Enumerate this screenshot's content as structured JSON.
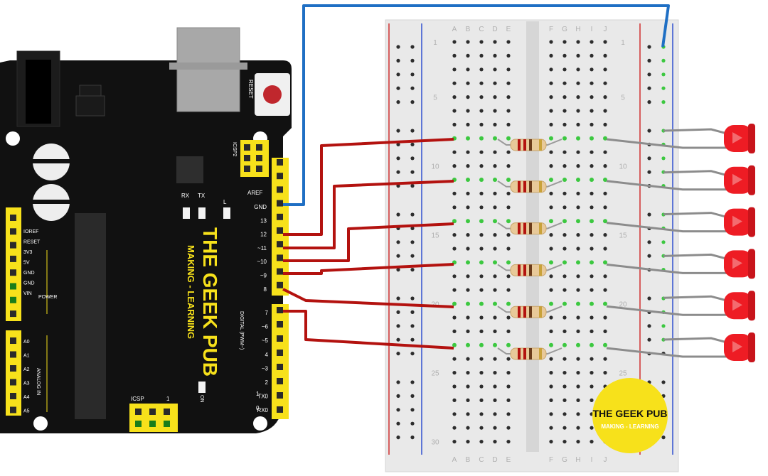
{
  "arduino": {
    "reset_label": "RESET",
    "brand_line1": "THE GEEK PUB",
    "brand_line2": "MAKING - LEARNING",
    "icsp2_label": "ICSP2",
    "icsp_label": "ICSP",
    "icsp_pin_mark": "1",
    "on_label": "ON",
    "aref_label": "AREF",
    "rx_label": "RX",
    "tx_label": "TX",
    "l_label": "L",
    "digital_header_label": "DIGITAL (PWM~)",
    "power_label": "POWER",
    "analog_label": "ANALOG IN",
    "power_pins": [
      "IOREF",
      "RESET",
      "3V3",
      "5V",
      "GND",
      "GND",
      "VIN"
    ],
    "analog_pins": [
      "A0",
      "A1",
      "A2",
      "A3",
      "A4",
      "A5"
    ],
    "digital_pins_top": [
      "GND",
      "13",
      "12",
      "~11",
      "~10",
      "~9",
      "8"
    ],
    "digital_pins_bottom": [
      "7",
      "~6",
      "~5",
      "4",
      "~3",
      "2",
      "TX0",
      "RX0"
    ],
    "tx_rx_indices": [
      "1",
      "0"
    ]
  },
  "breadboard": {
    "col_letters": [
      "A",
      "B",
      "C",
      "D",
      "E",
      "F",
      "G",
      "H",
      "I",
      "J"
    ],
    "row_numbers": [
      "1",
      "5",
      "10",
      "15",
      "20",
      "25",
      "30"
    ]
  },
  "logo": {
    "title": "THE GEEK PUB",
    "subtitle": "MAKING - LEARNING",
    "color": "#f7e11b"
  },
  "colors": {
    "board": "#111111",
    "header": "#f7e11b",
    "wire_red": "#b3120f",
    "wire_blue": "#1f6fc4",
    "wire_gray": "#8c8c8c",
    "led": "#ee1c24",
    "breadboard": "#e9e9e9"
  },
  "circuit": {
    "leds": 6,
    "resistors": 6
  }
}
